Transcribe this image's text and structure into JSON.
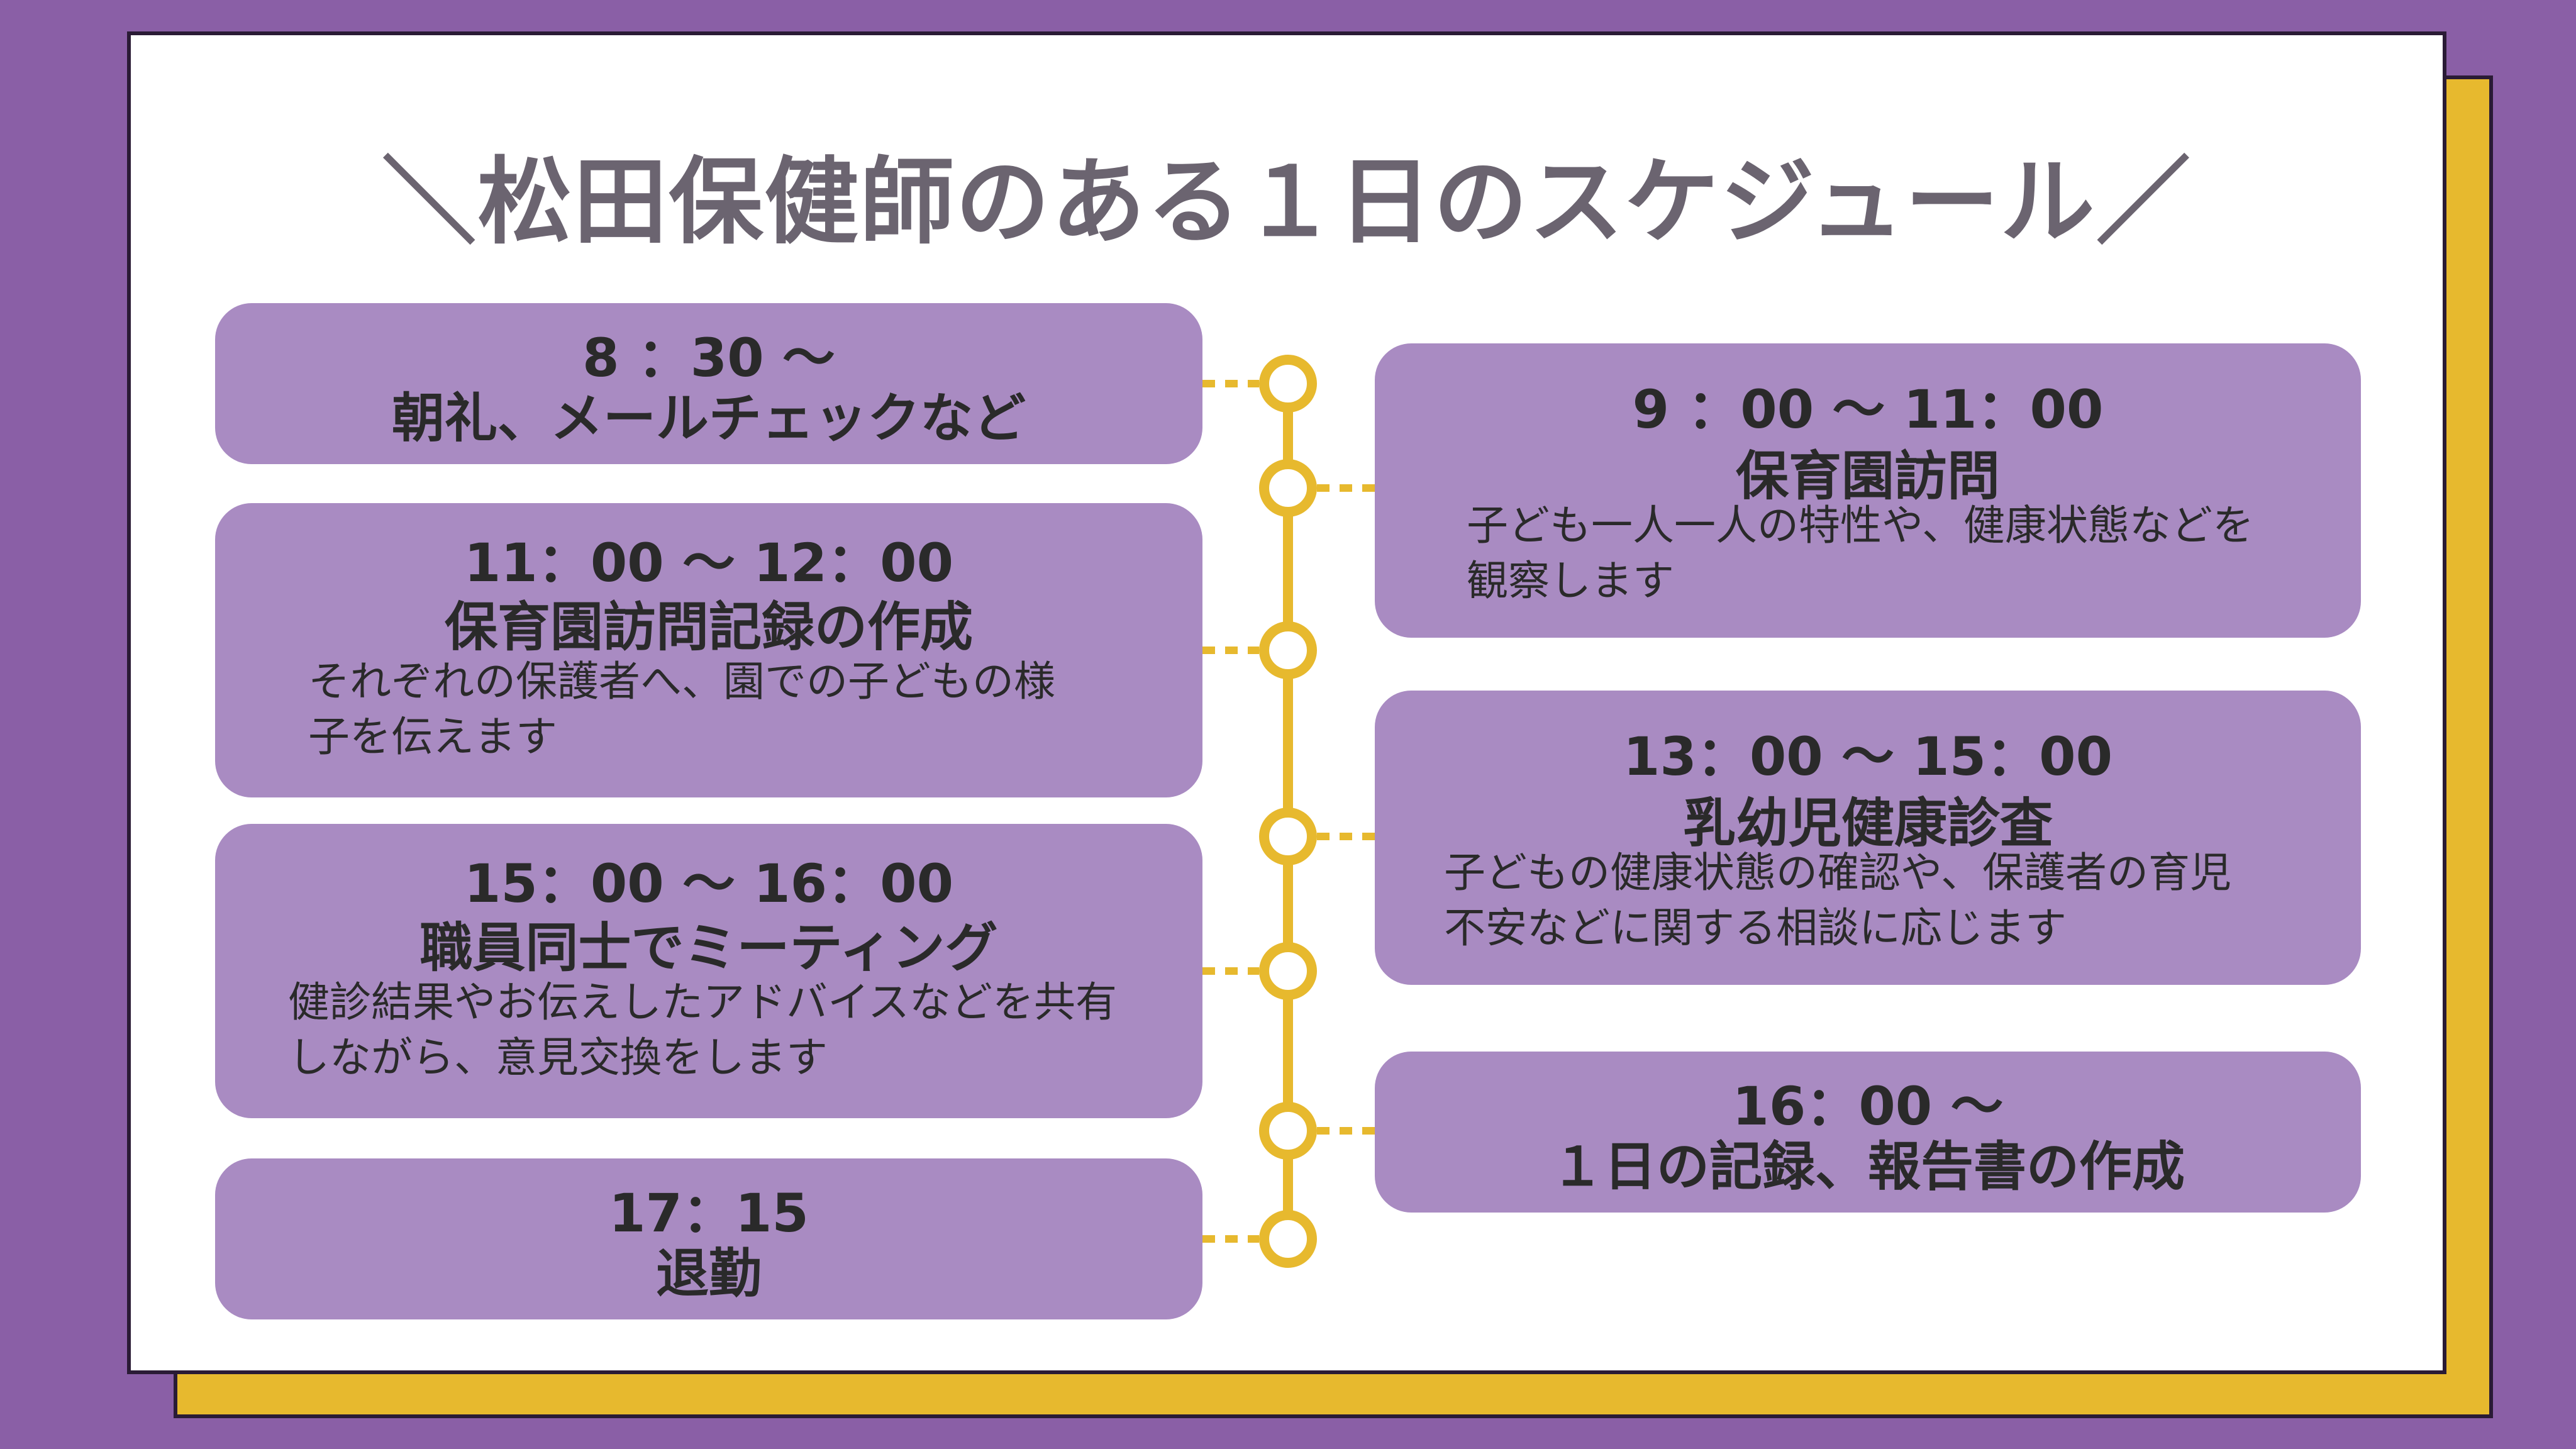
{
  "title": "＼松田保健師のある１日のスケジュール／",
  "schedule": {
    "e1": {
      "time": "8 ：30 〜",
      "activity": "朝礼、メールチェックなど"
    },
    "e2": {
      "time": "9 ：00 〜 11：00",
      "activity": "保育園訪問",
      "description": "子ども一人一人の特性や、健康状態などを\n観察します"
    },
    "e3": {
      "time": "11：00 〜 12：00",
      "activity": "保育園訪問記録の作成",
      "description": "それぞれの保護者へ、園での子どもの様\n子を伝えます"
    },
    "e4": {
      "time": "13：00 〜 15：00",
      "activity": "乳幼児健康診査",
      "description": "子どもの健康状態の確認や、保護者の育児\n不安などに関する相談に応じます"
    },
    "e5": {
      "time": "15：00 〜 16：00",
      "activity": "職員同士でミーティング",
      "description": "健診結果やお伝えしたアドバイスなどを共有\nしながら、意見交換をします"
    },
    "e6": {
      "time": "16：00 〜",
      "activity": "１日の記録、報告書の作成"
    },
    "e7": {
      "time": "17：15",
      "activity": "退勤"
    }
  },
  "colors": {
    "background": "#8a5fa6",
    "accent": "#e7b92e",
    "box": "#a98bc2",
    "title": "#6b6470"
  }
}
